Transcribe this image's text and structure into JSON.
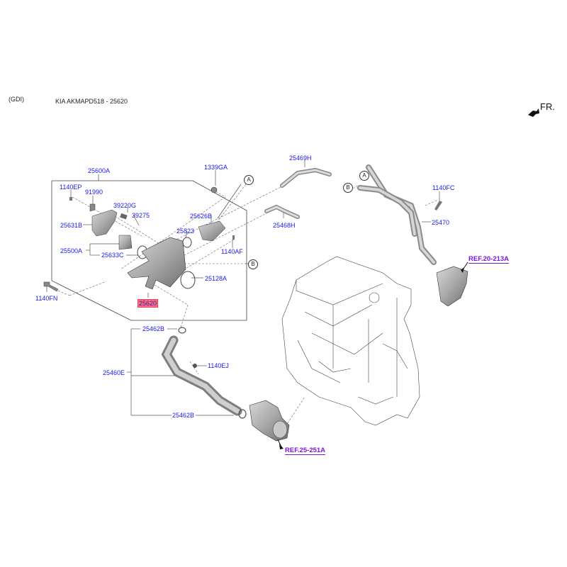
{
  "header": {
    "engine": "(GDI)",
    "catalog": "KIA AKMAPD518 - 25620",
    "direction": "FR."
  },
  "callouts": {
    "a": "A",
    "b": "B"
  },
  "parts": {
    "p25600A": "25600A",
    "p1339GA": "1339GA",
    "p1140EP": "1140EP",
    "p91990": "91990",
    "p39220G": "39220G",
    "p39275": "39275",
    "p25626B": "25626B",
    "p25631B": "25631B",
    "p25823": "25823",
    "p25500A": "25500A",
    "p25633C": "25633C",
    "p1140AF": "1140AF",
    "p25128A": "25128A",
    "p1140FN": "1140FN",
    "p25620": "25620",
    "p25469H": "25469H",
    "p25468H": "25468H",
    "p1140FC": "1140FC",
    "p25470": "25470",
    "p25462B_top": "25462B",
    "p25460E": "25460E",
    "p1140EJ": "1140EJ",
    "p25462B_bottom": "25462B"
  },
  "refs": {
    "oil_filter": "REF.20-213A",
    "water_pump": "REF.25-251A"
  },
  "highlight": {
    "part": "25620",
    "color": "#ff6f86"
  },
  "colors": {
    "label": "#1a1ae6",
    "ref": "#7a1ad6"
  }
}
